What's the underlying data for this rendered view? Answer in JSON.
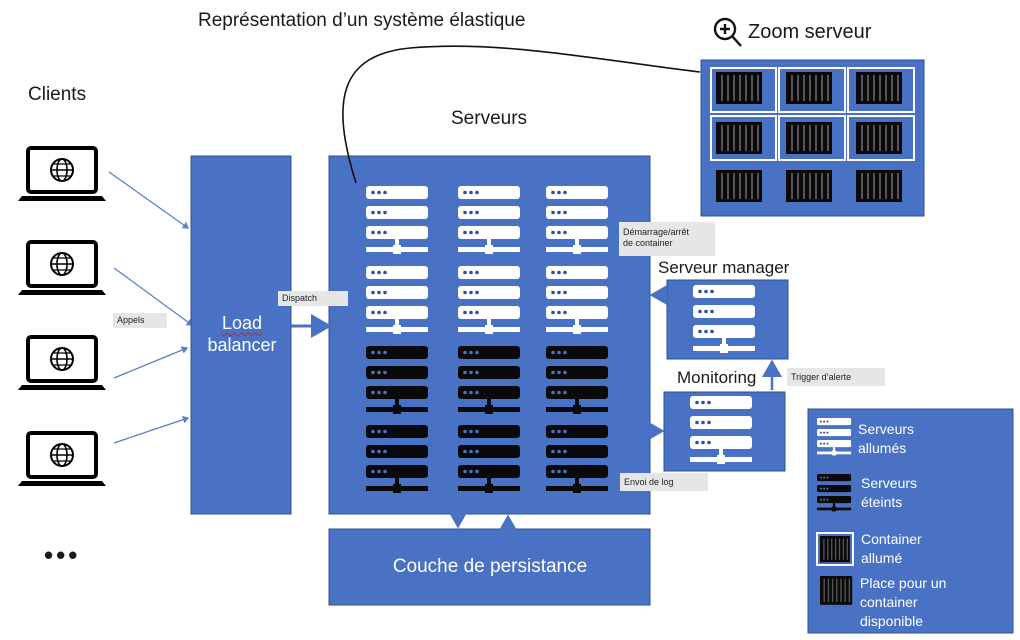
{
  "diagram": {
    "title": "Représentation d’un système élastique",
    "zoom_label": "Zoom serveur",
    "clients_label": "Clients",
    "clients_more": "•••",
    "servers_label": "Serveurs",
    "load_balancer": {
      "line1": "Load",
      "line2": "balancer"
    },
    "persistence_label": "Couche de persistance",
    "server_manager_label": "Serveur manager",
    "monitoring_label": "Monitoring",
    "annotations": {
      "appels": "Appels",
      "dispatch": "Dispatch",
      "container_control_1": "Démarrage/arrêt",
      "container_control_2": "de container",
      "trigger": "Trigger d’alerte",
      "log": "Envoi de log"
    },
    "legend": {
      "servers_on_1": "Serveurs",
      "servers_on_2": "allumés",
      "servers_off_1": "Serveurs",
      "servers_off_2": "éteints",
      "container_on_1": "Container",
      "container_on_2": "allumé",
      "container_slot_1": "Place pour un",
      "container_slot_2": "container",
      "container_slot_3": "disponible"
    },
    "colors": {
      "box_blue": "#4a72c4",
      "arrow_blue": "#4a72c4",
      "server_on": "#ffffff",
      "server_off": "#0a0a0a",
      "tag_bg": "#e6e6e6"
    },
    "icons": [
      "laptop-globe-icon",
      "zoom-in-icon",
      "server-rack-icon",
      "container-icon"
    ]
  }
}
